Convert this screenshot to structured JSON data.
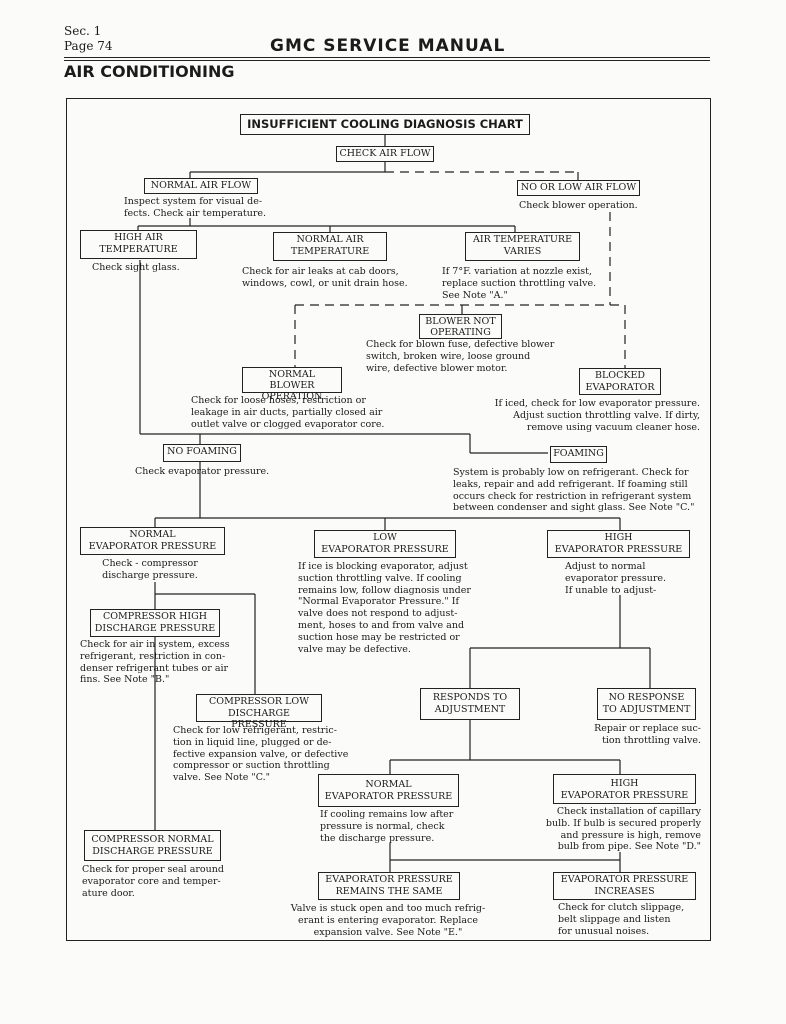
{
  "header": {
    "sec": "Sec. 1",
    "page": "Page 74",
    "manual_title": "GMC SERVICE MANUAL",
    "section_title": "AIR CONDITIONING"
  },
  "chart": {
    "title": "INSUFFICIENT COOLING DIAGNOSIS CHART",
    "check_air_flow": "CHECK AIR FLOW",
    "normal_air_flow": "NORMAL AIR FLOW",
    "normal_air_flow_note": "Inspect system for visual de-\nfects. Check air temperature.",
    "no_low_air_flow": "NO OR LOW AIR FLOW",
    "no_low_air_flow_note": "Check blower operation.",
    "high_air_temp": "HIGH AIR\nTEMPERATURE",
    "high_air_temp_note": "Check sight glass.",
    "normal_air_temp": "NORMAL AIR\nTEMPERATURE",
    "normal_air_temp_note": "Check for air leaks at cab doors,\nwindows, cowl, or unit drain hose.",
    "air_temp_varies": "AIR TEMPERATURE\nVARIES",
    "air_temp_varies_note": "If 7°F. variation at nozzle exist,\nreplace suction throttling valve.\nSee Note \"A.\"",
    "blower_not_operating": "BLOWER NOT\nOPERATING",
    "blower_not_operating_note": "Check for blown fuse, defective blower\nswitch, broken wire, loose ground\nwire, defective blower motor.",
    "normal_blower": "NORMAL BLOWER\nOPERATION",
    "normal_blower_note": "Check for loose hoses, restriction or\nleakage in air ducts, partially closed air\noutlet valve or clogged evaporator core.",
    "blocked_evaporator": "BLOCKED\nEVAPORATOR",
    "blocked_evaporator_note": "If iced, check for low evaporator pressure.\nAdjust suction throttling valve. If dirty,\nremove using vacuum cleaner hose.",
    "no_foaming": "NO FOAMING",
    "no_foaming_note": "Check evaporator pressure.",
    "foaming": "FOAMING",
    "foaming_note": "System is probably low on refrigerant. Check for\nleaks, repair and add refrigerant. If foaming still\noccurs check for restriction in refrigerant system\nbetween condenser and sight glass. See Note \"C.\"",
    "normal_evap": "NORMAL\nEVAPORATOR PRESSURE",
    "normal_evap_note": "Check - compressor\ndischarge pressure.",
    "low_evap": "LOW\nEVAPORATOR PRESSURE",
    "low_evap_note": "If ice is blocking evaporator, adjust\nsuction throttling valve. If cooling\nremains low, follow diagnosis under\n\"Normal Evaporator Pressure.\" If\nvalve does not respond to adjust-\nment, hoses to and from valve and\nsuction hose may be restricted or\nvalve may be defective.",
    "high_evap": "HIGH\nEVAPORATOR PRESSURE",
    "high_evap_note": "Adjust to normal\nevaporator pressure.\nIf unable to adjust-",
    "comp_high": "COMPRESSOR HIGH\nDISCHARGE PRESSURE",
    "comp_high_note": "Check for air in system, excess\nrefrigerant, restriction in con-\ndenser refrigerant tubes or air\nfins. See Note \"B.\"",
    "comp_low": "COMPRESSOR LOW\nDISCHARGE PRESSURE",
    "comp_low_note": "Check for low refrigerant, restric-\ntion in liquid line, plugged or de-\nfective expansion valve, or defective\ncompressor or suction throttling\nvalve. See Note \"C.\"",
    "responds": "RESPONDS TO\nADJUSTMENT",
    "no_response": "NO RESPONSE\nTO ADJUSTMENT",
    "no_response_note": "Repair or replace suc-\ntion throttling valve.",
    "normal_evap2": "NORMAL\nEVAPORATOR PRESSURE",
    "normal_evap2_note": "If cooling remains low after\npressure is normal, check\nthe discharge pressure.",
    "high_evap2": "HIGH\nEVAPORATOR PRESSURE",
    "high_evap2_note": "Check installation of capillary\nbulb. If bulb is secured properly\nand pressure is high, remove\nbulb from pipe. See Note \"D.\"",
    "comp_normal": "COMPRESSOR NORMAL\nDISCHARGE PRESSURE",
    "comp_normal_note": "Check for proper seal around\nevaporator core and temper-\nature door.",
    "evap_same": "EVAPORATOR PRESSURE\nREMAINS THE SAME",
    "evap_same_note": "Valve is stuck open and too much refrig-\nerant is entering evaporator. Replace\nexpansion valve. See Note \"E.\"",
    "evap_increases": "EVAPORATOR PRESSURE\nINCREASES",
    "evap_increases_note": "Check for clutch slippage,\nbelt slippage and listen\nfor unusual noises."
  }
}
